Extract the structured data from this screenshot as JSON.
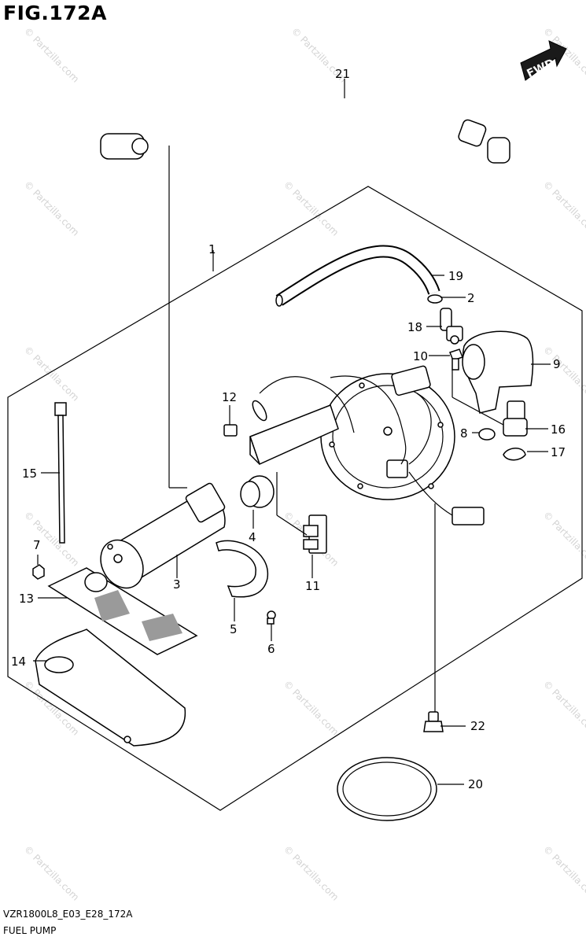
{
  "figure": {
    "title": "FIG.172A",
    "model_code": "VZR1800L8_E03_E28_172A",
    "section_name": "FUEL PUMP"
  },
  "fwd_badge": "FWD",
  "watermark": "© Partzilla.com",
  "callouts": {
    "c1": "1",
    "c2": "2",
    "c3": "3",
    "c4": "4",
    "c5": "5",
    "c6": "6",
    "c7": "7",
    "c8": "8",
    "c9": "9",
    "c10": "10",
    "c11": "11",
    "c12": "12",
    "c13": "13",
    "c14": "14",
    "c15": "15",
    "c16": "16",
    "c17": "17",
    "c18": "18",
    "c19": "19",
    "c20": "20",
    "c21": "21",
    "c22": "22"
  }
}
